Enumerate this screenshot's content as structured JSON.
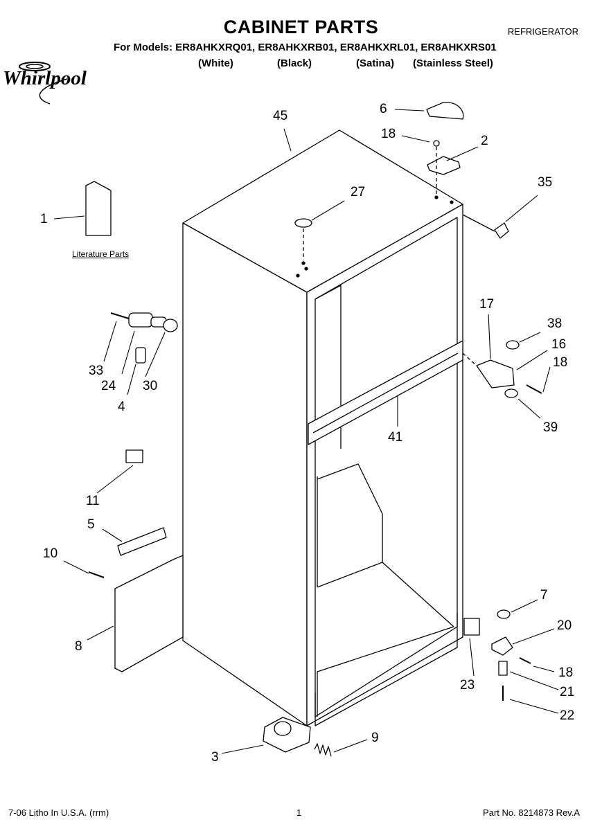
{
  "header": {
    "title": "CABINET PARTS",
    "category": "REFRIGERATOR",
    "models_line": "For Models: ER8AHKXRQ01, ER8AHKXRB01, ER8AHKXRL01, ER8AHKXRS01",
    "variants": [
      "(White)",
      "(Black)",
      "(Satina)",
      "(Stainless Steel)"
    ],
    "brand": "Whirlpool"
  },
  "literature_label": "Literature Parts",
  "callouts": {
    "c1": "1",
    "c2": "2",
    "c3": "3",
    "c4": "4",
    "c5": "5",
    "c6": "6",
    "c7": "7",
    "c8": "8",
    "c9": "9",
    "c10": "10",
    "c11": "11",
    "c16": "16",
    "c17": "17",
    "c18a": "18",
    "c18b": "18",
    "c18c": "18",
    "c20": "20",
    "c21": "21",
    "c22": "22",
    "c23": "23",
    "c24": "24",
    "c27": "27",
    "c30": "30",
    "c33": "33",
    "c35": "35",
    "c38": "38",
    "c39": "39",
    "c41": "41",
    "c45": "45"
  },
  "footer": {
    "left": "7-06 Litho In U.S.A. (rrm)",
    "page": "1",
    "right": "Part No. 8214873 Rev.A"
  },
  "icons": [
    "whirlpool-logo-icon"
  ]
}
